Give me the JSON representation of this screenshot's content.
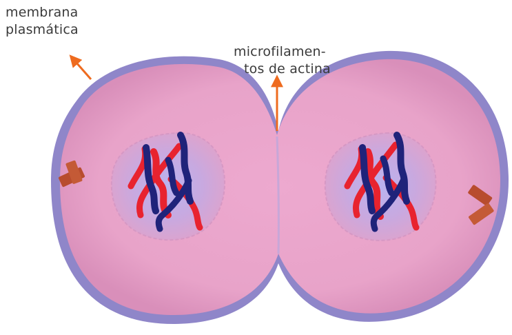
{
  "labels": {
    "membrane_line1": "membrana",
    "membrane_line2": "plasmática",
    "actin_line1": "microfilamen-",
    "actin_line2": "tos de actina"
  },
  "colors": {
    "membrane": "#8f86c9",
    "cytoplasm": "#e7a2c8",
    "nucleus": "#c7a6d8",
    "chromosome_red": "#e8232f",
    "chromosome_blue": "#1f237a",
    "centriole": "#b84c2e",
    "arrow": "#ee6b1f",
    "label_text": "#3a3a3a"
  },
  "icons": {
    "arrow_membrane": "arrow-up-left",
    "arrow_actin": "arrow-up"
  }
}
